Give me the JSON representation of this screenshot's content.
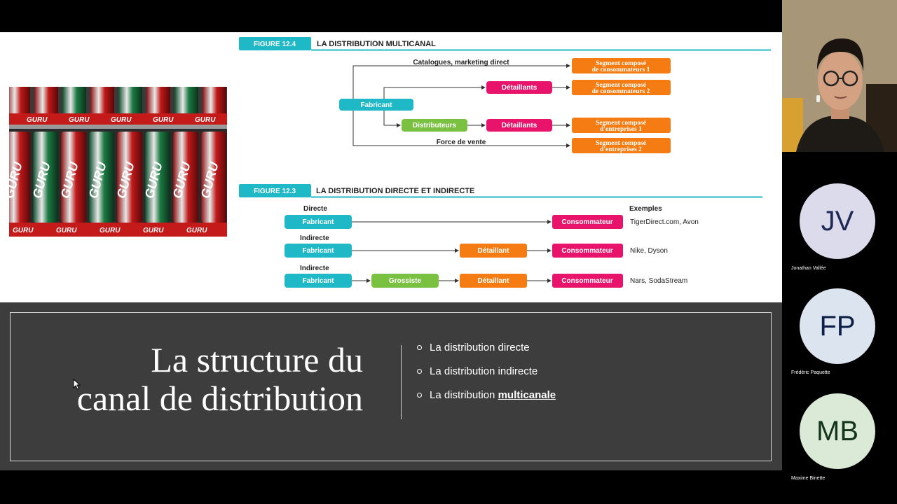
{
  "fig124": {
    "num": "FIGURE 12.4",
    "title": "LA DISTRIBUTION MULTICANAL",
    "catalogues": "Catalogues, marketing direct",
    "fabricant": "Fabricant",
    "detaillants1": "Détaillants",
    "distributeurs": "Distributeurs",
    "detaillants2": "Détaillants",
    "force": "Force de vente",
    "seg1a": "Segment composé",
    "seg1b": "de consommateurs 1",
    "seg2a": "Segment composé",
    "seg2b": "de consommateurs 2",
    "seg3a": "Segment composé",
    "seg3b": "d'entreprises 1",
    "seg4a": "Segment composé",
    "seg4b": "d'entreprises 2"
  },
  "fig123": {
    "num": "FIGURE 12.3",
    "title": "LA DISTRIBUTION DIRECTE ET INDIRECTE",
    "exemples": "Exemples",
    "row1_label": "Directe",
    "row2_label": "Indirecte",
    "row3_label": "Indirecte",
    "fabricant": "Fabricant",
    "consommateur": "Consommateur",
    "detaillant": "Détaillant",
    "grossiste": "Grossiste",
    "ex1": "TigerDirect.com, Avon",
    "ex2": "Nike, Dyson",
    "ex3": "Nars, SodaStream"
  },
  "photo": {
    "brand": "GURU"
  },
  "slide": {
    "title_line1": "La structure du",
    "title_line2": "canal de distribution",
    "bullet1": "La distribution directe",
    "bullet2": "La distribution indirecte",
    "bullet3_prefix": "La distribution ",
    "bullet3_emph": "multicanale"
  },
  "participants": [
    {
      "initials": "JV",
      "name": "Jonathan Vallée",
      "color": "#dcdbec",
      "text_color": "#1d2a55"
    },
    {
      "initials": "FP",
      "name": "Frédéric Paquette",
      "color": "#dce4f0",
      "text_color": "#0d1f46"
    },
    {
      "initials": "MB",
      "name": "Maxime Binette",
      "color": "#dbead7",
      "text_color": "#133418"
    }
  ],
  "colors": {
    "teal": "#1fb8c6",
    "pink": "#e8136a",
    "orange": "#f57c12",
    "green": "#7ac142",
    "slide_bg": "#3d3d3d"
  }
}
